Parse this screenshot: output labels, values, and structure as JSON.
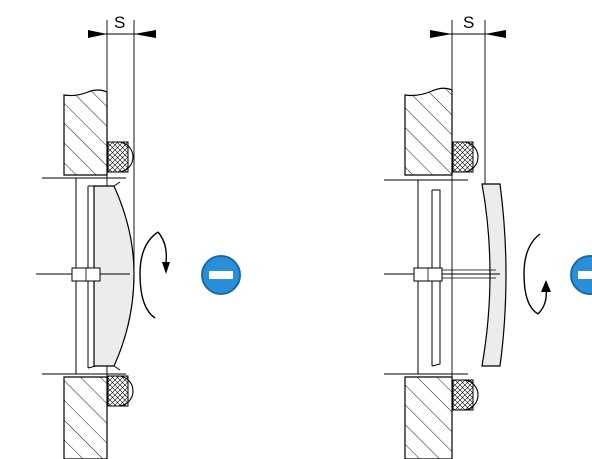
{
  "diagram": {
    "dimension_label": "S",
    "panels": [
      {
        "id": "left",
        "state": "closed"
      },
      {
        "id": "right",
        "state": "open"
      }
    ]
  },
  "colors": {
    "line": "#000000",
    "cap_fill": "#ececec",
    "badge_fill": "#2b8fd8",
    "badge_ring": "#1b6aa8",
    "badge_mark": "#ffffff",
    "arrow": "#000000"
  },
  "icons": {
    "badge": "minus-circle-icon",
    "rotation": "rotate-counterclockwise-icon"
  }
}
